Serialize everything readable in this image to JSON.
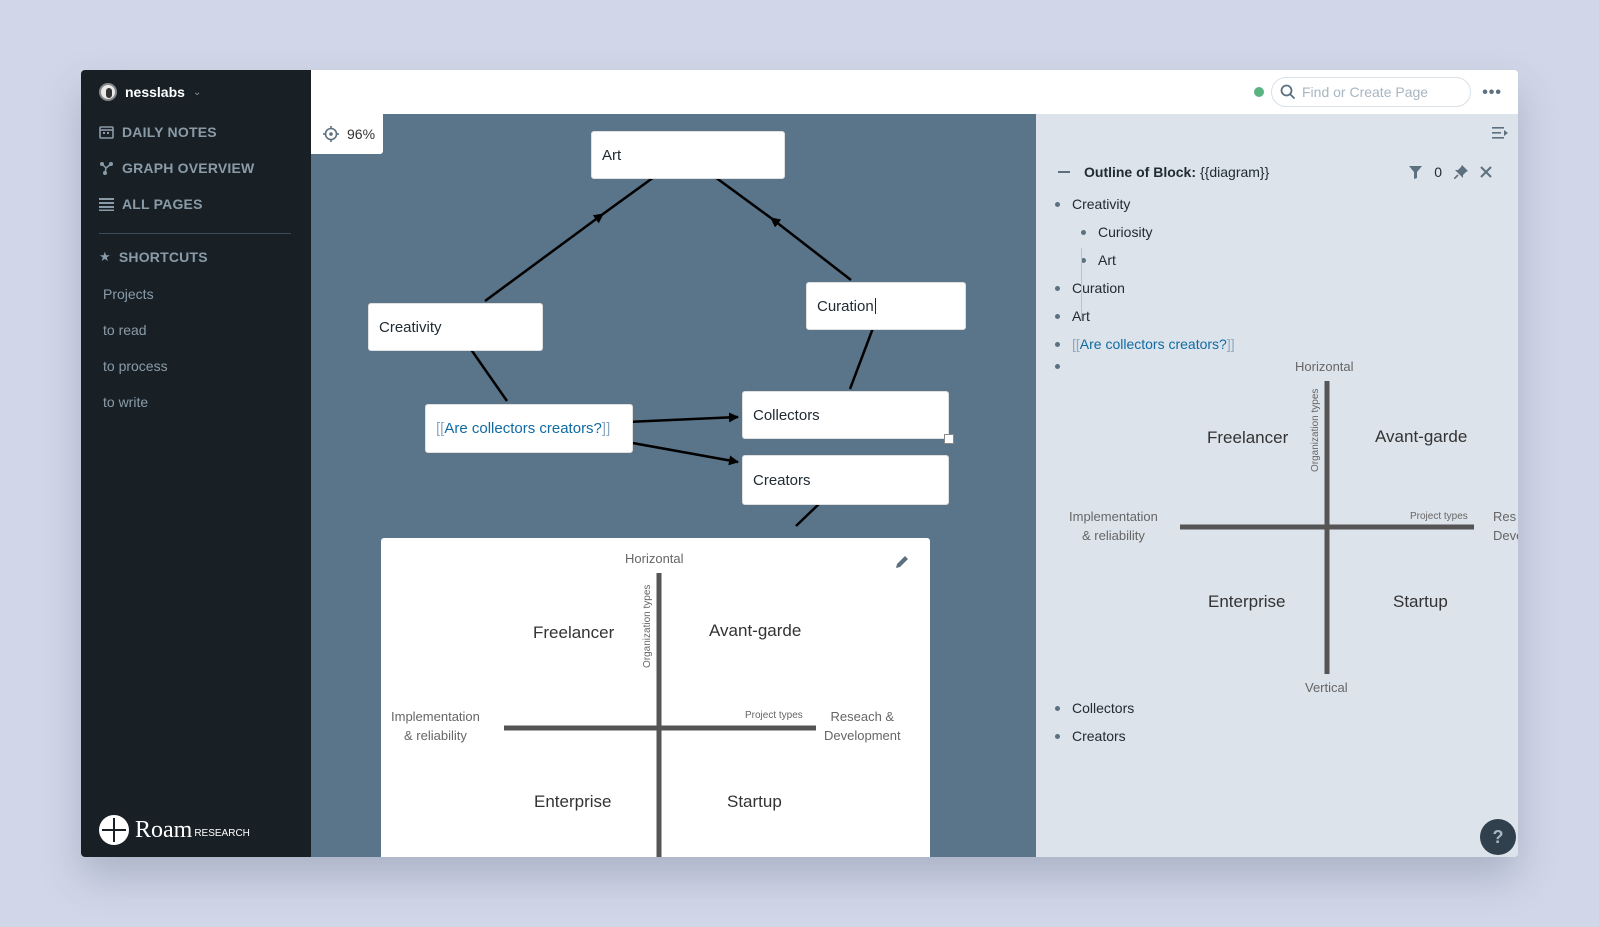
{
  "sidebar": {
    "workspace": "nesslabs",
    "nav": [
      "DAILY NOTES",
      "GRAPH OVERVIEW",
      "ALL PAGES"
    ],
    "shortcuts_title": "SHORTCUTS",
    "shortcuts": [
      "Projects",
      "to read",
      "to process",
      "to write"
    ],
    "brand": "Roam",
    "brand_sub": "RESEARCH"
  },
  "topbar": {
    "search_placeholder": "Find or Create Page",
    "more": "•••",
    "status_color": "#5bb381"
  },
  "canvas": {
    "zoom": "96%",
    "nodes": {
      "art": "Art",
      "creativity": "Creativity",
      "curation": "Curation",
      "question_open": "[[",
      "question_link": "Are collectors creators?",
      "question_close": "]]",
      "collectors": "Collectors",
      "creators": "Creators"
    }
  },
  "diagram": {
    "top": "Horizontal",
    "bottom": "Vertical",
    "left_line1": "Implementation",
    "left_line2": "& reliability",
    "right_line1": "Reseach &",
    "right_line2": "Development",
    "right_short1": "Res",
    "right_short2": "Deve",
    "axis_x": "Project types",
    "axis_y": "Organization types",
    "q_tl": "Freelancer",
    "q_tr": "Avant-garde",
    "q_bl": "Enterprise",
    "q_br": "Startup"
  },
  "outline": {
    "title_bold": "Outline of Block:",
    "title_rest": "{{diagram}}",
    "filter_count": "0",
    "items": [
      "Creativity",
      "Curiosity",
      "Art",
      "Curation",
      "Art",
      "Collectors",
      "Creators"
    ],
    "link_open": "[[",
    "link_text": "Are collectors creators?",
    "link_close": "]]"
  },
  "help": "?",
  "colors": {
    "sidebar_bg": "#182026",
    "canvas_bg": "#5a7489",
    "panel_bg": "#dce3ea",
    "link": "#106ba3"
  },
  "icons": [
    "calendar-icon",
    "graph-icon",
    "list-icon",
    "star-icon",
    "search-icon",
    "crosshair-icon",
    "pencil-icon",
    "filter-icon",
    "pin-icon",
    "close-icon",
    "sidebar-toggle-icon"
  ]
}
